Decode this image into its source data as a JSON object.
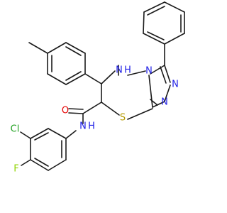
{
  "atom_labels": {
    "nh_N": "N",
    "nh_H": "H",
    "n4": "N",
    "n1": "N",
    "n2": "N",
    "s": "S",
    "o": "O",
    "amide_N": "N",
    "amide_H": "H",
    "cl": "Cl",
    "f": "F"
  },
  "colors": {
    "N": "#1f1fe6",
    "S": "#b59a00",
    "O": "#e60000",
    "Cl": "#1fa01f",
    "F": "#8fd400",
    "bond": "#1a1a1a"
  }
}
